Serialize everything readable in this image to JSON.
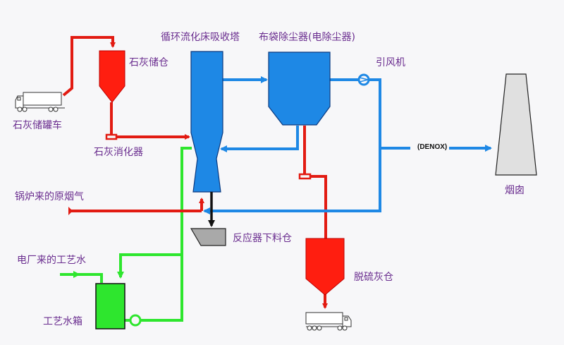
{
  "title": "循环流化床烟气脱硫工艺流程",
  "colors": {
    "flue_gas": "#1e88e5",
    "lime": "#e21b12",
    "water": "#2ee62e",
    "ash": "#111111",
    "label": "#6a2d8f",
    "chimney": "#e0e0e0",
    "hopper": "#a9a9a9"
  },
  "labels": {
    "lime_truck": "石灰储罐车",
    "lime_silo": "石灰储仓",
    "lime_slaker": "石灰消化器",
    "absorber": "循环流化床吸收塔",
    "bag_filter": "布袋除尘器(电除尘器)",
    "fan": "引风机",
    "denox": "(DENOX)",
    "chimney": "烟囱",
    "raw_flue_gas": "锅炉来的原烟气",
    "reactor_hopper": "反应器下料仓",
    "process_water_in": "电厂来的工艺水",
    "water_tank": "工艺水箱",
    "ash_silo": "脱硫灰仓"
  }
}
